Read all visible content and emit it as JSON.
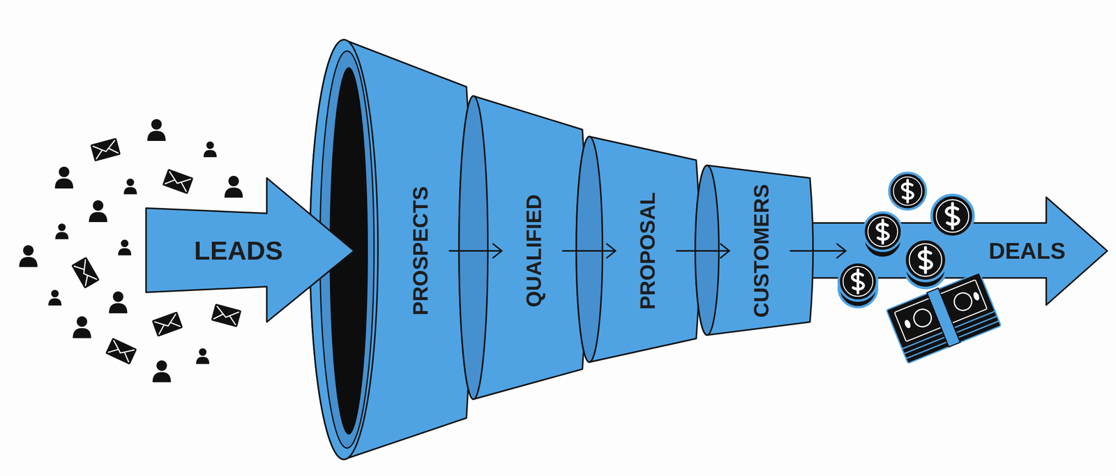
{
  "diagram": {
    "nodes": [
      {
        "text": [
          "LEADS"
        ]
      },
      {
        "text": [
          "PROSPECTS"
        ]
      },
      {
        "text": [
          "QUALIFIED"
        ]
      },
      {
        "text": [
          "PROPOSAL"
        ]
      },
      {
        "text": [
          "CUSTOMERS"
        ]
      },
      {
        "text": [
          "DEALS"
        ]
      }
    ],
    "edges": [
      {
        "from": 1,
        "to": 2,
        "arrow": "to"
      },
      {
        "from": 2,
        "to": 3,
        "arrow": "to"
      },
      {
        "from": 3,
        "to": 4,
        "arrow": "to"
      },
      {
        "from": 4,
        "to": 5,
        "arrow": "to"
      }
    ]
  }
}
